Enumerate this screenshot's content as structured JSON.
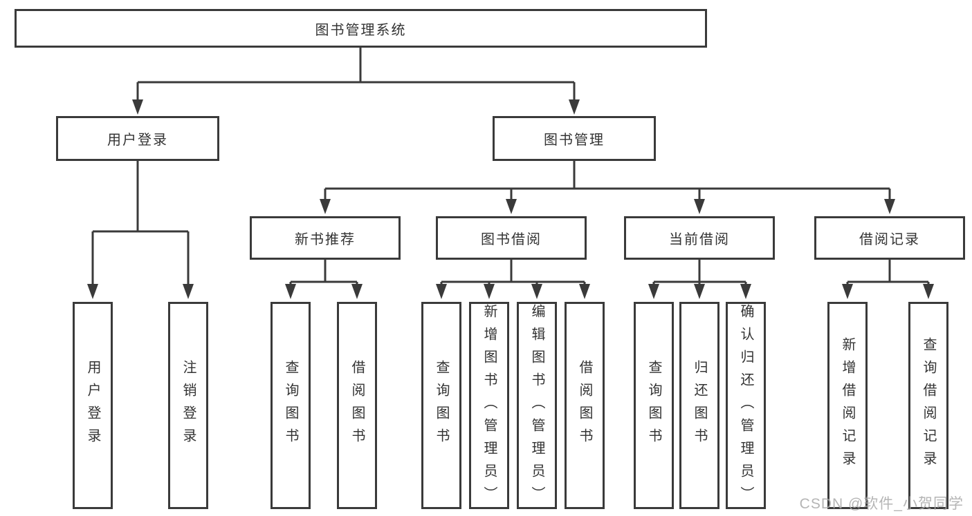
{
  "diagram_title": "图书管理系统",
  "tree": {
    "root": {
      "label": "图书管理系统"
    },
    "branches": [
      {
        "label": "用户登录",
        "children": [
          {
            "label": "用户登录"
          },
          {
            "label": "注销登录"
          }
        ]
      },
      {
        "label": "图书管理",
        "children": [
          {
            "label": "新书推荐",
            "children": [
              {
                "label": "查询图书"
              },
              {
                "label": "借阅图书"
              }
            ]
          },
          {
            "label": "图书借阅",
            "children": [
              {
                "label": "查询图书"
              },
              {
                "label": "新增图书（管理员）"
              },
              {
                "label": "编辑图书（管理员）"
              },
              {
                "label": "借阅图书"
              }
            ]
          },
          {
            "label": "当前借阅",
            "children": [
              {
                "label": "查询图书"
              },
              {
                "label": "归还图书"
              },
              {
                "label": "确认归还（管理员）"
              }
            ]
          },
          {
            "label": "借阅记录",
            "children": [
              {
                "label": "新增借阅记录"
              },
              {
                "label": "查询借阅记录"
              }
            ]
          }
        ]
      }
    ]
  },
  "watermark": {
    "text": "CSDN @软件_小贺同学"
  },
  "colors": {
    "line": "#3a3a3a",
    "box_border": "#3a3a3a",
    "text": "#333333",
    "background": "#ffffff",
    "watermark": "#a8a8a8"
  }
}
